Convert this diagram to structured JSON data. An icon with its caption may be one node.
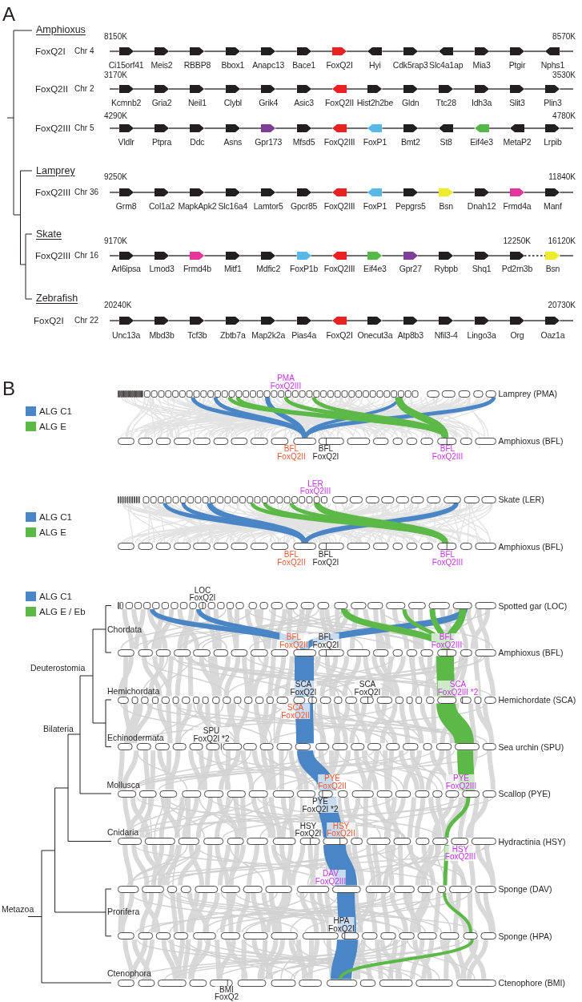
{
  "diagram": {
    "nodes": [
      {
        "text": [],
        "shape": "pentagon",
        "beside": [
          "Ci15orf41"
        ]
      },
      {
        "text": [],
        "shape": "pentagon",
        "beside": [
          "Meis2"
        ]
      },
      {
        "text": [],
        "shape": "pentagon",
        "beside": [
          "RBBP8"
        ]
      },
      {
        "text": [],
        "shape": "pentagon",
        "beside": [
          "Bbox1"
        ]
      },
      {
        "text": [],
        "shape": "pentagon",
        "beside": [
          "Anapc13"
        ]
      },
      {
        "text": [],
        "shape": "pentagon",
        "beside": [
          "Bace1"
        ]
      },
      {
        "text": [],
        "shape": "pentagon",
        "beside": [
          "FoxQ2I"
        ]
      },
      {
        "text": [],
        "shape": "pentagon",
        "beside": [
          "Hyi"
        ]
      },
      {
        "text": [],
        "shape": "pentagon",
        "beside": [
          "Cdk5rap3"
        ]
      },
      {
        "text": [],
        "shape": "pentagon",
        "beside": [
          "Slc4a1ap"
        ]
      },
      {
        "text": [],
        "shape": "pentagon",
        "beside": [
          "Mia3"
        ]
      },
      {
        "text": [],
        "shape": "pentagon",
        "beside": [
          "Ptgir"
        ]
      },
      {
        "text": [],
        "shape": "pentagon",
        "beside": [
          "Nphs1"
        ]
      },
      {
        "text": [],
        "shape": "pentagon",
        "beside": [
          "Kcmnb2"
        ]
      },
      {
        "text": [],
        "shape": "pentagon",
        "beside": [
          "Gria2"
        ]
      },
      {
        "text": [],
        "shape": "pentagon",
        "beside": [
          "Neil1"
        ]
      },
      {
        "text": [],
        "shape": "pentagon",
        "beside": [
          "Clybl"
        ]
      },
      {
        "text": [],
        "shape": "pentagon",
        "beside": [
          "Grik4"
        ]
      },
      {
        "text": [],
        "shape": "pentagon",
        "beside": [
          "Asic3"
        ]
      },
      {
        "text": [],
        "shape": "pentagon",
        "beside": [
          "FoxQ2II"
        ]
      },
      {
        "text": [],
        "shape": "pentagon",
        "beside": [
          "Hist2h2be"
        ]
      },
      {
        "text": [],
        "shape": "pentagon",
        "beside": [
          "Gldn"
        ]
      },
      {
        "text": [],
        "shape": "pentagon",
        "beside": [
          "Ttc28"
        ]
      },
      {
        "text": [],
        "shape": "pentagon",
        "beside": [
          "Idh3a"
        ]
      },
      {
        "text": [],
        "shape": "pentagon",
        "beside": [
          "Slit3"
        ]
      },
      {
        "text": [],
        "shape": "pentagon",
        "beside": [
          "Plin3"
        ]
      },
      {
        "text": [],
        "shape": "pentagon",
        "beside": [
          "Vldlr"
        ]
      },
      {
        "text": [],
        "shape": "pentagon",
        "beside": [
          "Ptpra"
        ]
      },
      {
        "text": [],
        "shape": "pentagon",
        "beside": [
          "Ddc"
        ]
      },
      {
        "text": [],
        "shape": "pentagon",
        "beside": [
          "Asns"
        ]
      },
      {
        "text": [],
        "shape": "pentagon",
        "beside": [
          "Gpr173"
        ]
      },
      {
        "text": [],
        "shape": "pentagon",
        "beside": [
          "Mfsd5"
        ]
      },
      {
        "text": [],
        "shape": "pentagon",
        "beside": [
          "FoxQ2III"
        ]
      },
      {
        "text": [],
        "shape": "pentagon",
        "beside": [
          "FoxP1"
        ]
      },
      {
        "text": [],
        "shape": "pentagon",
        "beside": [
          "Bmt2"
        ]
      },
      {
        "text": [],
        "shape": "pentagon",
        "beside": [
          "St8"
        ]
      },
      {
        "text": [],
        "shape": "pentagon",
        "beside": [
          "Eif4e3"
        ]
      },
      {
        "text": [],
        "shape": "pentagon",
        "beside": [
          "MetaP2"
        ]
      },
      {
        "text": [],
        "shape": "pentagon",
        "beside": [
          "Lrpib"
        ]
      },
      {
        "text": [],
        "shape": "pentagon",
        "beside": [
          "Grm8"
        ]
      },
      {
        "text": [],
        "shape": "pentagon",
        "beside": [
          "Col1a2"
        ]
      },
      {
        "text": [],
        "shape": "pentagon",
        "beside": [
          "MapkApk2"
        ]
      },
      {
        "text": [],
        "shape": "pentagon",
        "beside": [
          "Slc16a4"
        ]
      },
      {
        "text": [],
        "shape": "pentagon",
        "beside": [
          "Lamtor5"
        ]
      },
      {
        "text": [],
        "shape": "pentagon",
        "beside": [
          "Gpcr85"
        ]
      },
      {
        "text": [],
        "shape": "pentagon",
        "beside": [
          "FoxQ2III"
        ]
      },
      {
        "text": [],
        "shape": "pentagon",
        "beside": [
          "FoxP1"
        ]
      },
      {
        "text": [],
        "shape": "pentagon",
        "beside": [
          "Pepgrs5"
        ]
      },
      {
        "text": [],
        "shape": "pentagon",
        "beside": [
          "Bsn"
        ]
      },
      {
        "text": [],
        "shape": "pentagon",
        "beside": [
          "Dnah12"
        ]
      },
      {
        "text": [],
        "shape": "pentagon",
        "beside": [
          "Frmd4a"
        ]
      },
      {
        "text": [],
        "shape": "pentagon",
        "beside": [
          "Manf"
        ]
      },
      {
        "text": [],
        "shape": "pentagon",
        "beside": [
          "Arl6ipsa"
        ]
      },
      {
        "text": [],
        "shape": "pentagon",
        "beside": [
          "Lmod3"
        ]
      },
      {
        "text": [],
        "shape": "pentagon",
        "beside": [
          "Frmd4b"
        ]
      },
      {
        "text": [],
        "shape": "pentagon",
        "beside": [
          "Mitf1"
        ]
      },
      {
        "text": [],
        "shape": "pentagon",
        "beside": [
          "Mdfic2"
        ]
      },
      {
        "text": [],
        "shape": "pentagon",
        "beside": [
          "FoxP1b"
        ]
      },
      {
        "text": [],
        "shape": "pentagon",
        "beside": [
          "FoxQ2III"
        ]
      },
      {
        "text": [],
        "shape": "pentagon",
        "beside": [
          "Eif4e3"
        ]
      },
      {
        "text": [],
        "shape": "pentagon",
        "beside": [
          "Gpr27"
        ]
      },
      {
        "text": [],
        "shape": "pentagon",
        "beside": [
          "Rybpb"
        ]
      },
      {
        "text": [],
        "shape": "pentagon",
        "beside": [
          "Shq1"
        ]
      },
      {
        "text": [],
        "shape": "pentagon",
        "beside": [
          "Pd2rn3b"
        ]
      },
      {
        "text": [],
        "shape": "pentagon",
        "beside": [
          "Bsn"
        ]
      },
      {
        "text": [],
        "shape": "pentagon",
        "beside": [
          "Unc13a"
        ]
      },
      {
        "text": [],
        "shape": "pentagon",
        "beside": [
          "Mbd3b"
        ]
      },
      {
        "text": [],
        "shape": "pentagon",
        "beside": [
          "Tcf3b"
        ]
      },
      {
        "text": [],
        "shape": "pentagon",
        "beside": [
          "Zbtb7a"
        ]
      },
      {
        "text": [],
        "shape": "pentagon",
        "beside": [
          "Map2k2a"
        ]
      },
      {
        "text": [],
        "shape": "pentagon",
        "beside": [
          "Pias4a"
        ]
      },
      {
        "text": [],
        "shape": "pentagon",
        "beside": [
          "FoxQ2I"
        ]
      },
      {
        "text": [],
        "shape": "pentagon",
        "beside": [
          "Onecut3a"
        ]
      },
      {
        "text": [],
        "shape": "pentagon",
        "beside": [
          "Atp8b3"
        ]
      },
      {
        "text": [],
        "shape": "pentagon",
        "beside": [
          "Nfil3-4"
        ]
      },
      {
        "text": [],
        "shape": "pentagon",
        "beside": [
          "Lingo3a"
        ]
      },
      {
        "text": [],
        "shape": "pentagon",
        "beside": [
          "Org"
        ]
      },
      {
        "text": [],
        "shape": "pentagon",
        "beside": [
          "Oaz1a"
        ]
      },
      {
        "text": [],
        "shape": "bar",
        "beside": [
          "Lamprey (PMA)",
          "PMA FoxQ2III"
        ]
      },
      {
        "text": [],
        "shape": "bar",
        "beside": [
          "Amphioxus (BFL)",
          "BFL FoxQ2II",
          "BFL FoxQ2I",
          "BFL FoxQ2III"
        ]
      },
      {
        "text": [],
        "shape": "bar",
        "beside": [
          "Skate (LER)",
          "LER FoxQ2III"
        ]
      },
      {
        "text": [],
        "shape": "bar",
        "beside": [
          "Amphioxus (BFL)",
          "BFL FoxQ2II",
          "BFL FoxQ2I",
          "BFL FoxQ2III"
        ]
      },
      {
        "text": [],
        "shape": "bar",
        "beside": [
          "Spotted gar (LOC)",
          "LOC FoxQ2I"
        ]
      },
      {
        "text": [],
        "shape": "bar",
        "beside": [
          "Amphioxus (BFL)",
          "BFL FoxQ2II",
          "BFL FoxQ2I",
          "BFL FoxQ2III"
        ]
      },
      {
        "text": [],
        "shape": "bar",
        "beside": [
          "Hemichordate (SCA)",
          "SCA FoxQ2I",
          "SCA FoxQ2I",
          "SCA FoxQ2III *2",
          "SCA FoxQ2II"
        ]
      },
      {
        "text": [],
        "shape": "bar",
        "beside": [
          "Sea urchin (SPU)",
          "SPU FoxQ2I *2"
        ]
      },
      {
        "text": [],
        "shape": "bar",
        "beside": [
          "Scallop (PYE)",
          "PYE FoxQ2II",
          "PYE FoxQ2III",
          "PYE FoxQ2I *2"
        ]
      },
      {
        "text": [],
        "shape": "bar",
        "beside": [
          "Hydractinia (HSY)",
          "HSY FoxQ2I",
          "HSY FoxQ2II",
          "HSY FoxQ2III"
        ]
      },
      {
        "text": [],
        "shape": "bar",
        "beside": [
          "Sponge (DAV)",
          "DAV FoxQ2III"
        ]
      },
      {
        "text": [],
        "shape": "bar",
        "beside": [
          "Sponge (HPA)",
          "HPA FoxQ2I"
        ]
      },
      {
        "text": [],
        "shape": "bar",
        "beside": [
          "Ctenophore (BMI)",
          "BMI FoxQ2"
        ]
      }
    ],
    "edges": [
      {
        "from": null,
        "to": 0,
        "arrow": "none"
      },
      {
        "from": 0,
        "to": 1,
        "arrow": "none"
      },
      {
        "from": 1,
        "to": 2,
        "arrow": "none"
      },
      {
        "from": 2,
        "to": 3,
        "arrow": "none"
      },
      {
        "from": 3,
        "to": 4,
        "arrow": "none"
      },
      {
        "from": 4,
        "to": 5,
        "arrow": "none"
      },
      {
        "from": 5,
        "to": 6,
        "arrow": "none"
      },
      {
        "from": 6,
        "to": 7,
        "arrow": "none"
      },
      {
        "from": 7,
        "to": 8,
        "arrow": "none"
      },
      {
        "from": 8,
        "to": 9,
        "arrow": "none"
      },
      {
        "from": 9,
        "to": 10,
        "arrow": "none"
      },
      {
        "from": 10,
        "to": 11,
        "arrow": "none"
      },
      {
        "from": 11,
        "to": 12,
        "arrow": "none"
      },
      {
        "from": 12,
        "to": null,
        "arrow": "none"
      },
      {
        "from": null,
        "to": 13,
        "arrow": "none"
      },
      {
        "from": 13,
        "to": 14,
        "arrow": "none"
      },
      {
        "from": 14,
        "to": 15,
        "arrow": "none"
      },
      {
        "from": 15,
        "to": 16,
        "arrow": "none"
      },
      {
        "from": 16,
        "to": 17,
        "arrow": "none"
      },
      {
        "from": 17,
        "to": 18,
        "arrow": "none"
      },
      {
        "from": 18,
        "to": 19,
        "arrow": "none"
      },
      {
        "from": 19,
        "to": 20,
        "arrow": "none"
      },
      {
        "from": 20,
        "to": 21,
        "arrow": "none"
      },
      {
        "from": 21,
        "to": 22,
        "arrow": "none"
      },
      {
        "from": 22,
        "to": 23,
        "arrow": "none"
      },
      {
        "from": 23,
        "to": 24,
        "arrow": "none"
      },
      {
        "from": 24,
        "to": 25,
        "arrow": "none"
      },
      {
        "from": 25,
        "to": null,
        "arrow": "none"
      },
      {
        "from": null,
        "to": 26,
        "arrow": "none"
      },
      {
        "from": 26,
        "to": 27,
        "arrow": "none"
      },
      {
        "from": 27,
        "to": 28,
        "arrow": "none"
      },
      {
        "from": 28,
        "to": 29,
        "arrow": "none"
      },
      {
        "from": 29,
        "to": 30,
        "arrow": "none"
      },
      {
        "from": 30,
        "to": 31,
        "arrow": "none"
      },
      {
        "from": 31,
        "to": 32,
        "arrow": "none"
      },
      {
        "from": 32,
        "to": 33,
        "arrow": "none"
      },
      {
        "from": 33,
        "to": 34,
        "arrow": "none"
      },
      {
        "from": 34,
        "to": 35,
        "arrow": "none"
      },
      {
        "from": 35,
        "to": 36,
        "arrow": "none"
      },
      {
        "from": 36,
        "to": 37,
        "arrow": "none"
      },
      {
        "from": 37,
        "to": 38,
        "arrow": "none"
      },
      {
        "from": 38,
        "to": null,
        "arrow": "none"
      },
      {
        "from": null,
        "to": 39,
        "arrow": "none"
      },
      {
        "from": 39,
        "to": 40,
        "arrow": "none"
      },
      {
        "from": 40,
        "to": 41,
        "arrow": "none"
      },
      {
        "from": 41,
        "to": 42,
        "arrow": "none"
      },
      {
        "from": 42,
        "to": 43,
        "arrow": "none"
      },
      {
        "from": 43,
        "to": 44,
        "arrow": "none"
      },
      {
        "from": 44,
        "to": 45,
        "arrow": "none"
      },
      {
        "from": 45,
        "to": 46,
        "arrow": "none"
      },
      {
        "from": 46,
        "to": 47,
        "arrow": "none"
      },
      {
        "from": 47,
        "to": 48,
        "arrow": "none"
      },
      {
        "from": 48,
        "to": 49,
        "arrow": "none"
      },
      {
        "from": 49,
        "to": 50,
        "arrow": "none"
      },
      {
        "from": 50,
        "to": 51,
        "arrow": "none"
      },
      {
        "from": 51,
        "to": null,
        "arrow": "none"
      },
      {
        "from": null,
        "to": 52,
        "arrow": "none"
      },
      {
        "from": 52,
        "to": 53,
        "arrow": "none"
      },
      {
        "from": 53,
        "to": 54,
        "arrow": "none"
      },
      {
        "from": 54,
        "to": 55,
        "arrow": "none"
      },
      {
        "from": 55,
        "to": 56,
        "arrow": "none"
      },
      {
        "from": 56,
        "to": 57,
        "arrow": "none"
      },
      {
        "from": 57,
        "to": 58,
        "arrow": "none"
      },
      {
        "from": 58,
        "to": 59,
        "arrow": "none"
      },
      {
        "from": 59,
        "to": 60,
        "arrow": "none"
      },
      {
        "from": 60,
        "to": 61,
        "arrow": "none"
      },
      {
        "from": 61,
        "to": 62,
        "arrow": "none"
      },
      {
        "from": 62,
        "to": 63,
        "arrow": "none"
      },
      {
        "from": 63,
        "to": 64,
        "arrow": "none",
        "style": "dashed"
      },
      {
        "from": 64,
        "to": null,
        "arrow": "none"
      },
      {
        "from": null,
        "to": 65,
        "arrow": "none"
      },
      {
        "from": 65,
        "to": 66,
        "arrow": "none"
      },
      {
        "from": 66,
        "to": 67,
        "arrow": "none"
      },
      {
        "from": 67,
        "to": 68,
        "arrow": "none"
      },
      {
        "from": 68,
        "to": 69,
        "arrow": "none"
      },
      {
        "from": 69,
        "to": 70,
        "arrow": "none"
      },
      {
        "from": 70,
        "to": 71,
        "arrow": "none"
      },
      {
        "from": 71,
        "to": 72,
        "arrow": "none"
      },
      {
        "from": 72,
        "to": 73,
        "arrow": "none"
      },
      {
        "from": 73,
        "to": 74,
        "arrow": "none"
      },
      {
        "from": 74,
        "to": 75,
        "arrow": "none"
      },
      {
        "from": 75,
        "to": 76,
        "arrow": "none"
      },
      {
        "from": 76,
        "to": 77,
        "arrow": "none"
      },
      {
        "from": 77,
        "to": null,
        "arrow": "none"
      },
      {
        "from": 78,
        "to": 79,
        "arrow": "none",
        "style": "thick",
        "color": "#4a86c6"
      },
      {
        "from": 78,
        "to": 79,
        "arrow": "none",
        "style": "thick",
        "color": "#4a86c6"
      },
      {
        "from": 78,
        "to": 79,
        "arrow": "none",
        "style": "thick",
        "color": "#4a86c6"
      },
      {
        "from": 78,
        "to": 79,
        "arrow": "none",
        "style": "thick",
        "color": "#4a86c6"
      },
      {
        "from": 78,
        "to": 79,
        "arrow": "none",
        "style": "thick",
        "color": "#4a86c6"
      },
      {
        "from": 78,
        "to": 79,
        "arrow": "none",
        "style": "thick",
        "color": "#5cb947"
      },
      {
        "from": 78,
        "to": 79,
        "arrow": "none",
        "style": "thick",
        "color": "#5cb947"
      },
      {
        "from": 78,
        "to": 79,
        "arrow": "none",
        "style": "thick",
        "color": "#5cb947"
      },
      {
        "from": 78,
        "to": 79,
        "arrow": "none",
        "style": "thick",
        "color": "#5cb947"
      },
      {
        "from": 78,
        "to": 79,
        "arrow": "none",
        "style": "thick",
        "color": "#5cb947"
      },
      {
        "from": 80,
        "to": 81,
        "arrow": "none",
        "style": "thick",
        "color": "#4a86c6"
      },
      {
        "from": 80,
        "to": 81,
        "arrow": "none",
        "style": "thick",
        "color": "#4a86c6"
      },
      {
        "from": 80,
        "to": 81,
        "arrow": "none",
        "style": "thick",
        "color": "#4a86c6"
      },
      {
        "from": 80,
        "to": 81,
        "arrow": "none",
        "style": "thick",
        "color": "#4a86c6"
      },
      {
        "from": 80,
        "to": 81,
        "arrow": "none",
        "style": "thick",
        "color": "#5cb947"
      },
      {
        "from": 80,
        "to": 81,
        "arrow": "none",
        "style": "thick",
        "color": "#5cb947"
      },
      {
        "from": 80,
        "to": 81,
        "arrow": "none",
        "style": "thick",
        "color": "#5cb947"
      },
      {
        "from": 80,
        "to": 81,
        "arrow": "none",
        "style": "thick",
        "color": "#5cb947"
      },
      {
        "from": 82,
        "to": 83,
        "arrow": "none",
        "style": "thick",
        "color": "#4a86c6"
      },
      {
        "from": 82,
        "to": 83,
        "arrow": "none",
        "style": "thick",
        "color": "#4a86c6"
      },
      {
        "from": 82,
        "to": 83,
        "arrow": "none",
        "style": "thick",
        "color": "#4a86c6"
      },
      {
        "from": 82,
        "to": 83,
        "arrow": "none",
        "style": "thick",
        "color": "#5cb947"
      },
      {
        "from": 82,
        "to": 83,
        "arrow": "none",
        "style": "thick",
        "color": "#5cb947"
      },
      {
        "from": 82,
        "to": 83,
        "arrow": "none",
        "style": "thick",
        "color": "#5cb947"
      },
      {
        "from": 82,
        "to": 83,
        "arrow": "none",
        "style": "thick",
        "color": "#5cb947"
      },
      {
        "from": 83,
        "to": 84,
        "arrow": "none",
        "style": "thick",
        "color": "#4a86c6"
      },
      {
        "from": 83,
        "to": 84,
        "arrow": "none",
        "style": "thick",
        "color": "#5cb947"
      },
      {
        "from": 84,
        "to": 85,
        "arrow": "none",
        "style": "thick",
        "color": "#4a86c6"
      },
      {
        "from": 84,
        "to": 85,
        "arrow": "none",
        "style": "thick",
        "color": "#5cb947"
      },
      {
        "from": 85,
        "to": 86,
        "arrow": "none",
        "style": "thick",
        "color": "#4a86c6"
      },
      {
        "from": 85,
        "to": 86,
        "arrow": "none",
        "style": "thick",
        "color": "#5cb947"
      },
      {
        "from": 86,
        "to": 87,
        "arrow": "none",
        "style": "thick",
        "color": "#4a86c6"
      },
      {
        "from": 86,
        "to": 87,
        "arrow": "none",
        "style": "thick",
        "color": "#5cb947"
      },
      {
        "from": 87,
        "to": 88,
        "arrow": "none",
        "style": "thick",
        "color": "#4a86c6"
      },
      {
        "from": 87,
        "to": 88,
        "arrow": "none",
        "style": "thick",
        "color": "#5cb947"
      },
      {
        "from": 88,
        "to": 89,
        "arrow": "none",
        "style": "thick",
        "color": "#4a86c6"
      },
      {
        "from": 88,
        "to": 89,
        "arrow": "none",
        "style": "thick",
        "color": "#5cb947"
      },
      {
        "from": 89,
        "to": 90,
        "arrow": "none",
        "style": "thick",
        "color": "#4a86c6"
      },
      {
        "from": 89,
        "to": 90,
        "arrow": "none",
        "style": "thick",
        "color": "#5cb947"
      }
    ],
    "labels": [
      "A",
      "Amphioxus",
      "8150K",
      "8570K",
      "FoxQ2I",
      "Chr 4",
      "3170K",
      "3530K",
      "FoxQ2II",
      "Chr 2",
      "4290K",
      "4780K",
      "FoxQ2III",
      "Chr 5",
      "Lamprey",
      "9250K",
      "11840K",
      "FoxQ2III",
      "Chr 36",
      "Skate",
      "9170K",
      "12250K",
      "16120K",
      "FoxQ2III",
      "Chr 16",
      "Zebrafish",
      "20240K",
      "20730K",
      "FoxQ2I",
      "Chr 22",
      "B",
      "Chordata",
      "Deuterostomia",
      "Hemichordata",
      "Bilateria",
      "Echinodermata",
      "Mollusca",
      "Cnidaria",
      "Metazoa",
      "Prorifera",
      "Ctenophora"
    ],
    "legend": [
      {
        "text": "ALG C1",
        "color": "#4a86c6"
      },
      {
        "text": "ALG E",
        "color": "#5cb947"
      },
      {
        "text": "ALG C1",
        "color": "#4a86c6"
      },
      {
        "text": "ALG E",
        "color": "#5cb947"
      },
      {
        "text": "ALG C1",
        "color": "#4a86c6"
      },
      {
        "text": "ALG E / Eb",
        "color": "#5cb947"
      }
    ]
  }
}
